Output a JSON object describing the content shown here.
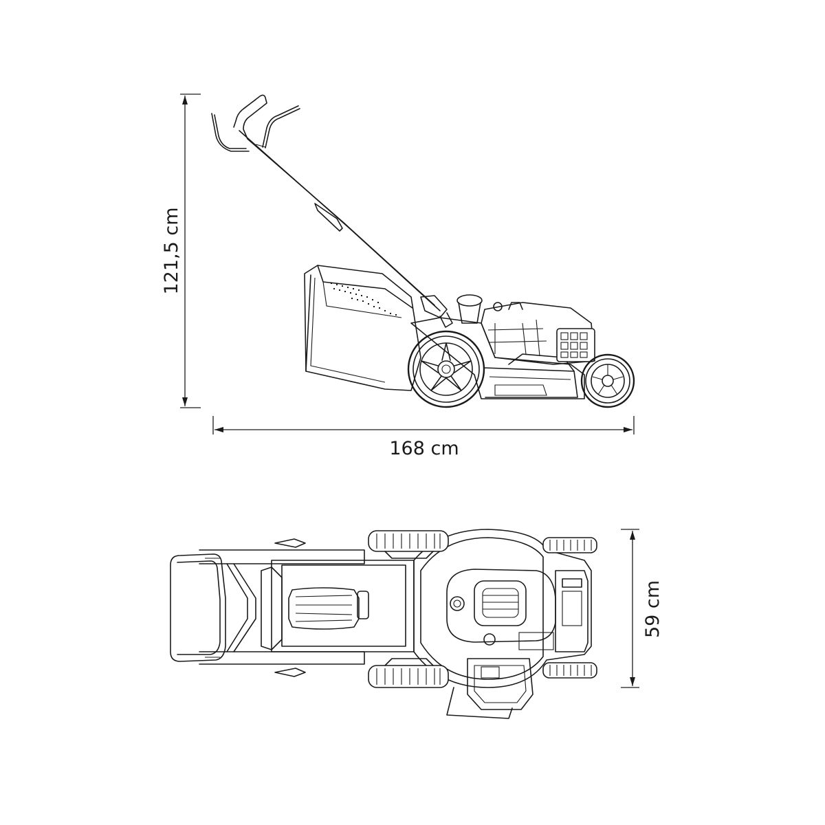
{
  "dimensions": {
    "height_label": "121,5 cm",
    "length_label": "168 cm",
    "width_label": "59 cm"
  }
}
